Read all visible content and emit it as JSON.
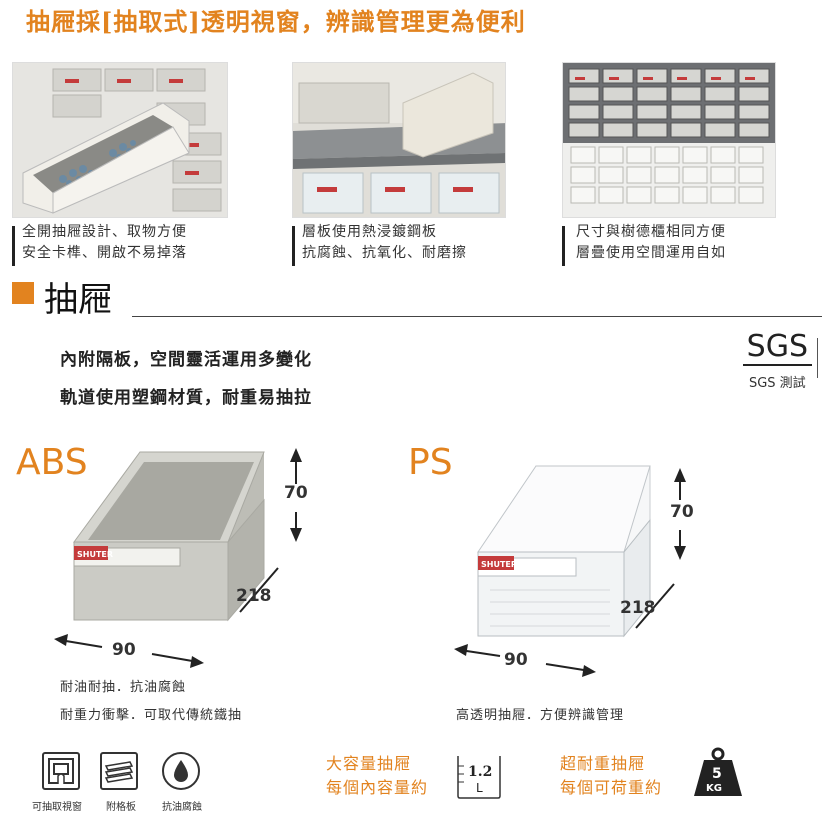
{
  "headline": "抽屜採[抽取式]透明視窗，辨識管理更為便利",
  "photos": [
    {
      "caption_line1": "全開抽屜設計、取物方便",
      "caption_line2": "安全卡榫、開啟不易掉落"
    },
    {
      "caption_line1": "層板使用熱浸鍍鋼板",
      "caption_line2": "抗腐蝕、抗氧化、耐磨擦"
    },
    {
      "caption_line1": "尺寸與樹德櫃相同方便",
      "caption_line2": "層疊使用空間運用自如"
    }
  ],
  "section": {
    "title": "抽屜"
  },
  "features": [
    "內附隔板，空間靈活運用多變化",
    "軌道使用塑鋼材質，耐重易抽拉"
  ],
  "sgs": {
    "logo": "SGS",
    "sub": "SGS 測試"
  },
  "abs": {
    "label": "ABS",
    "brand": "SHUTER",
    "height": "70",
    "depth": "218",
    "width": "90",
    "note1": "耐油耐抽．抗油腐蝕",
    "note2": "耐重力衝擊．可取代傳統鐵抽"
  },
  "ps": {
    "label": "PS",
    "brand": "SHUTER",
    "height": "70",
    "depth": "218",
    "width": "90",
    "note1": "高透明抽屜．方便辨識管理"
  },
  "icons": [
    {
      "name": "window-icon",
      "caption": "可抽取視窗"
    },
    {
      "name": "partition-icon",
      "caption": "附格板"
    },
    {
      "name": "drop-icon",
      "caption": "抗油腐蝕"
    }
  ],
  "capacity": {
    "line1": "大容量抽屜",
    "line2": "每個內容量約",
    "value": "1.2",
    "unit": "L"
  },
  "load": {
    "line1": "超耐重抽屜",
    "line2": "每個可荷重約",
    "value": "5",
    "unit": "KG"
  },
  "colors": {
    "accent": "#e2831f",
    "drawer_gray": "#c9c9c3",
    "dark": "#222222"
  }
}
